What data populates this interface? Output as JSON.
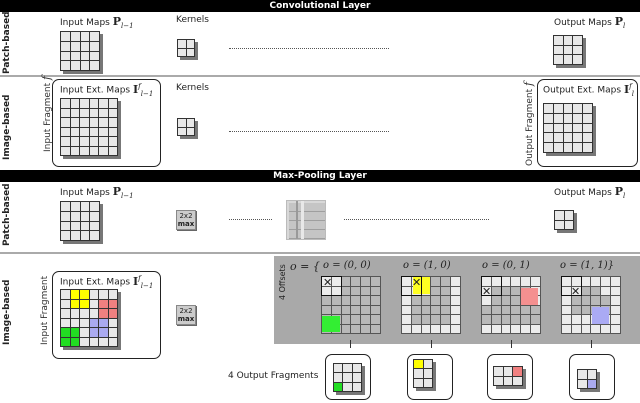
{
  "conv": {
    "title": "Convolutional Layer",
    "patch": {
      "row_label": "Patch-based",
      "input_label": "Input Maps",
      "input_symbol": "P",
      "input_sub": "l−1",
      "kernels_label": "Kernels",
      "output_label": "Output Maps",
      "output_symbol": "P",
      "output_sub": "l"
    },
    "image": {
      "row_label": "Image-based",
      "input_fragment_label": "Input Fragment",
      "fragment_var": "f",
      "input_label": "Input Ext. Maps",
      "input_symbol": "I",
      "input_sup": "f",
      "input_sub": "l−1",
      "kernels_label": "Kernels",
      "output_fragment_label": "Output Fragment",
      "output_label": "Output Ext. Maps",
      "output_symbol": "I",
      "output_sup": "f",
      "output_sub": "l"
    }
  },
  "pool": {
    "title": "Max-Pooling Layer",
    "patch": {
      "row_label": "Patch-based",
      "input_label": "Input Maps",
      "input_symbol": "P",
      "input_sub": "l−1",
      "op_line1": "2x2",
      "op_line2": "max",
      "output_label": "Output Maps",
      "output_symbol": "P",
      "output_sub": "l"
    },
    "image": {
      "row_label": "Image-based",
      "input_fragment_label": "Input Fragment",
      "input_label": "Input Ext. Maps",
      "input_symbol": "I",
      "input_sup": "f",
      "input_sub": "l−1",
      "op_line1": "2x2",
      "op_line2": "max",
      "offsets_label": "4 Offsets",
      "offsets_set_prefix": "o = {",
      "offsets": [
        {
          "label": "o = (0, 0)",
          "color": "#33dd33"
        },
        {
          "label": "o = (1, 0)",
          "color": "#ffff22"
        },
        {
          "label": "o = (0, 1)",
          "color": "#f08080"
        },
        {
          "label": "o = (1, 1)}",
          "color": "#aaaaee"
        }
      ],
      "output_fragments_label": "4 Output Fragments"
    }
  },
  "colors": {
    "green": "#22dd22",
    "yellow": "#ffff00",
    "red": "#f08080",
    "blue": "#aaaaf0",
    "offset_panel": "#a9a9a9"
  }
}
